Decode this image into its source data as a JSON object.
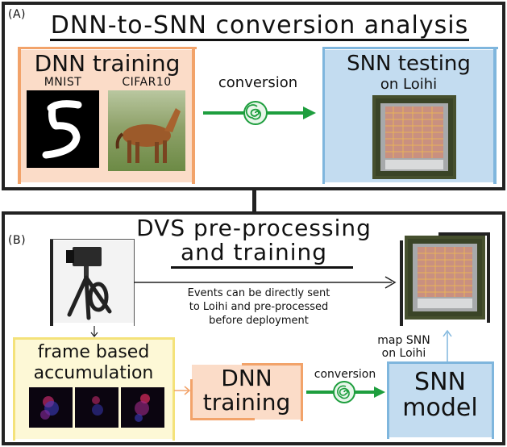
{
  "panel_a": {
    "tag": "(A)",
    "title": "DNN-to-SNN conversion analysis",
    "dnn_box": {
      "title": "DNN training",
      "datasets": [
        "MNIST",
        "CIFAR10"
      ]
    },
    "arrow_label": "conversion",
    "snn_box": {
      "title": "SNN testing",
      "subtitle": "on Loihi"
    }
  },
  "panel_b": {
    "tag": "(B)",
    "title_line1": "DVS pre-processing",
    "title_line2": "and training",
    "events_note": [
      "Events can be directly sent",
      "to Loihi and pre-processed",
      "before deployment"
    ],
    "frame_box": {
      "line1": "frame based",
      "line2": "accumulation"
    },
    "dnn_box": {
      "line1": "DNN",
      "line2": "training"
    },
    "arrow_label": "conversion",
    "snn_box": {
      "line1": "SNN",
      "line2": "model"
    },
    "map_label": [
      "map SNN",
      "on Loihi"
    ]
  },
  "colors": {
    "orange_fill": "#fbdcc8",
    "orange_border": "#f2a36a",
    "blue_fill": "#c3dcf0",
    "blue_border": "#7fb6dd",
    "yellow_fill": "#fdf8d6",
    "yellow_border": "#f4e27a",
    "green_arrow": "#1e9e3e",
    "panel_border": "#222222"
  },
  "icons": [
    "spiral-icon",
    "loihi-chip-icon",
    "dvs-camera-icon"
  ]
}
